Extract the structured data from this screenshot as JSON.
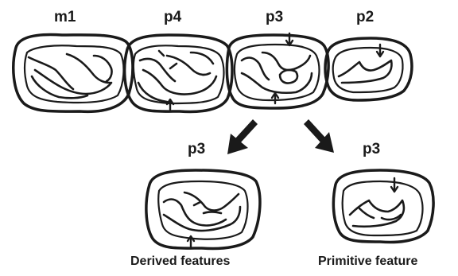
{
  "tooth_row": {
    "labels": [
      "m1",
      "p4",
      "p3",
      "p2"
    ]
  },
  "derived": {
    "tooth_label": "p3",
    "caption": "Derived features"
  },
  "primitive": {
    "tooth_label": "p3",
    "caption": "Primitive feature"
  },
  "colors": {
    "ink": "#1a1a1a",
    "background": "#ffffff"
  }
}
